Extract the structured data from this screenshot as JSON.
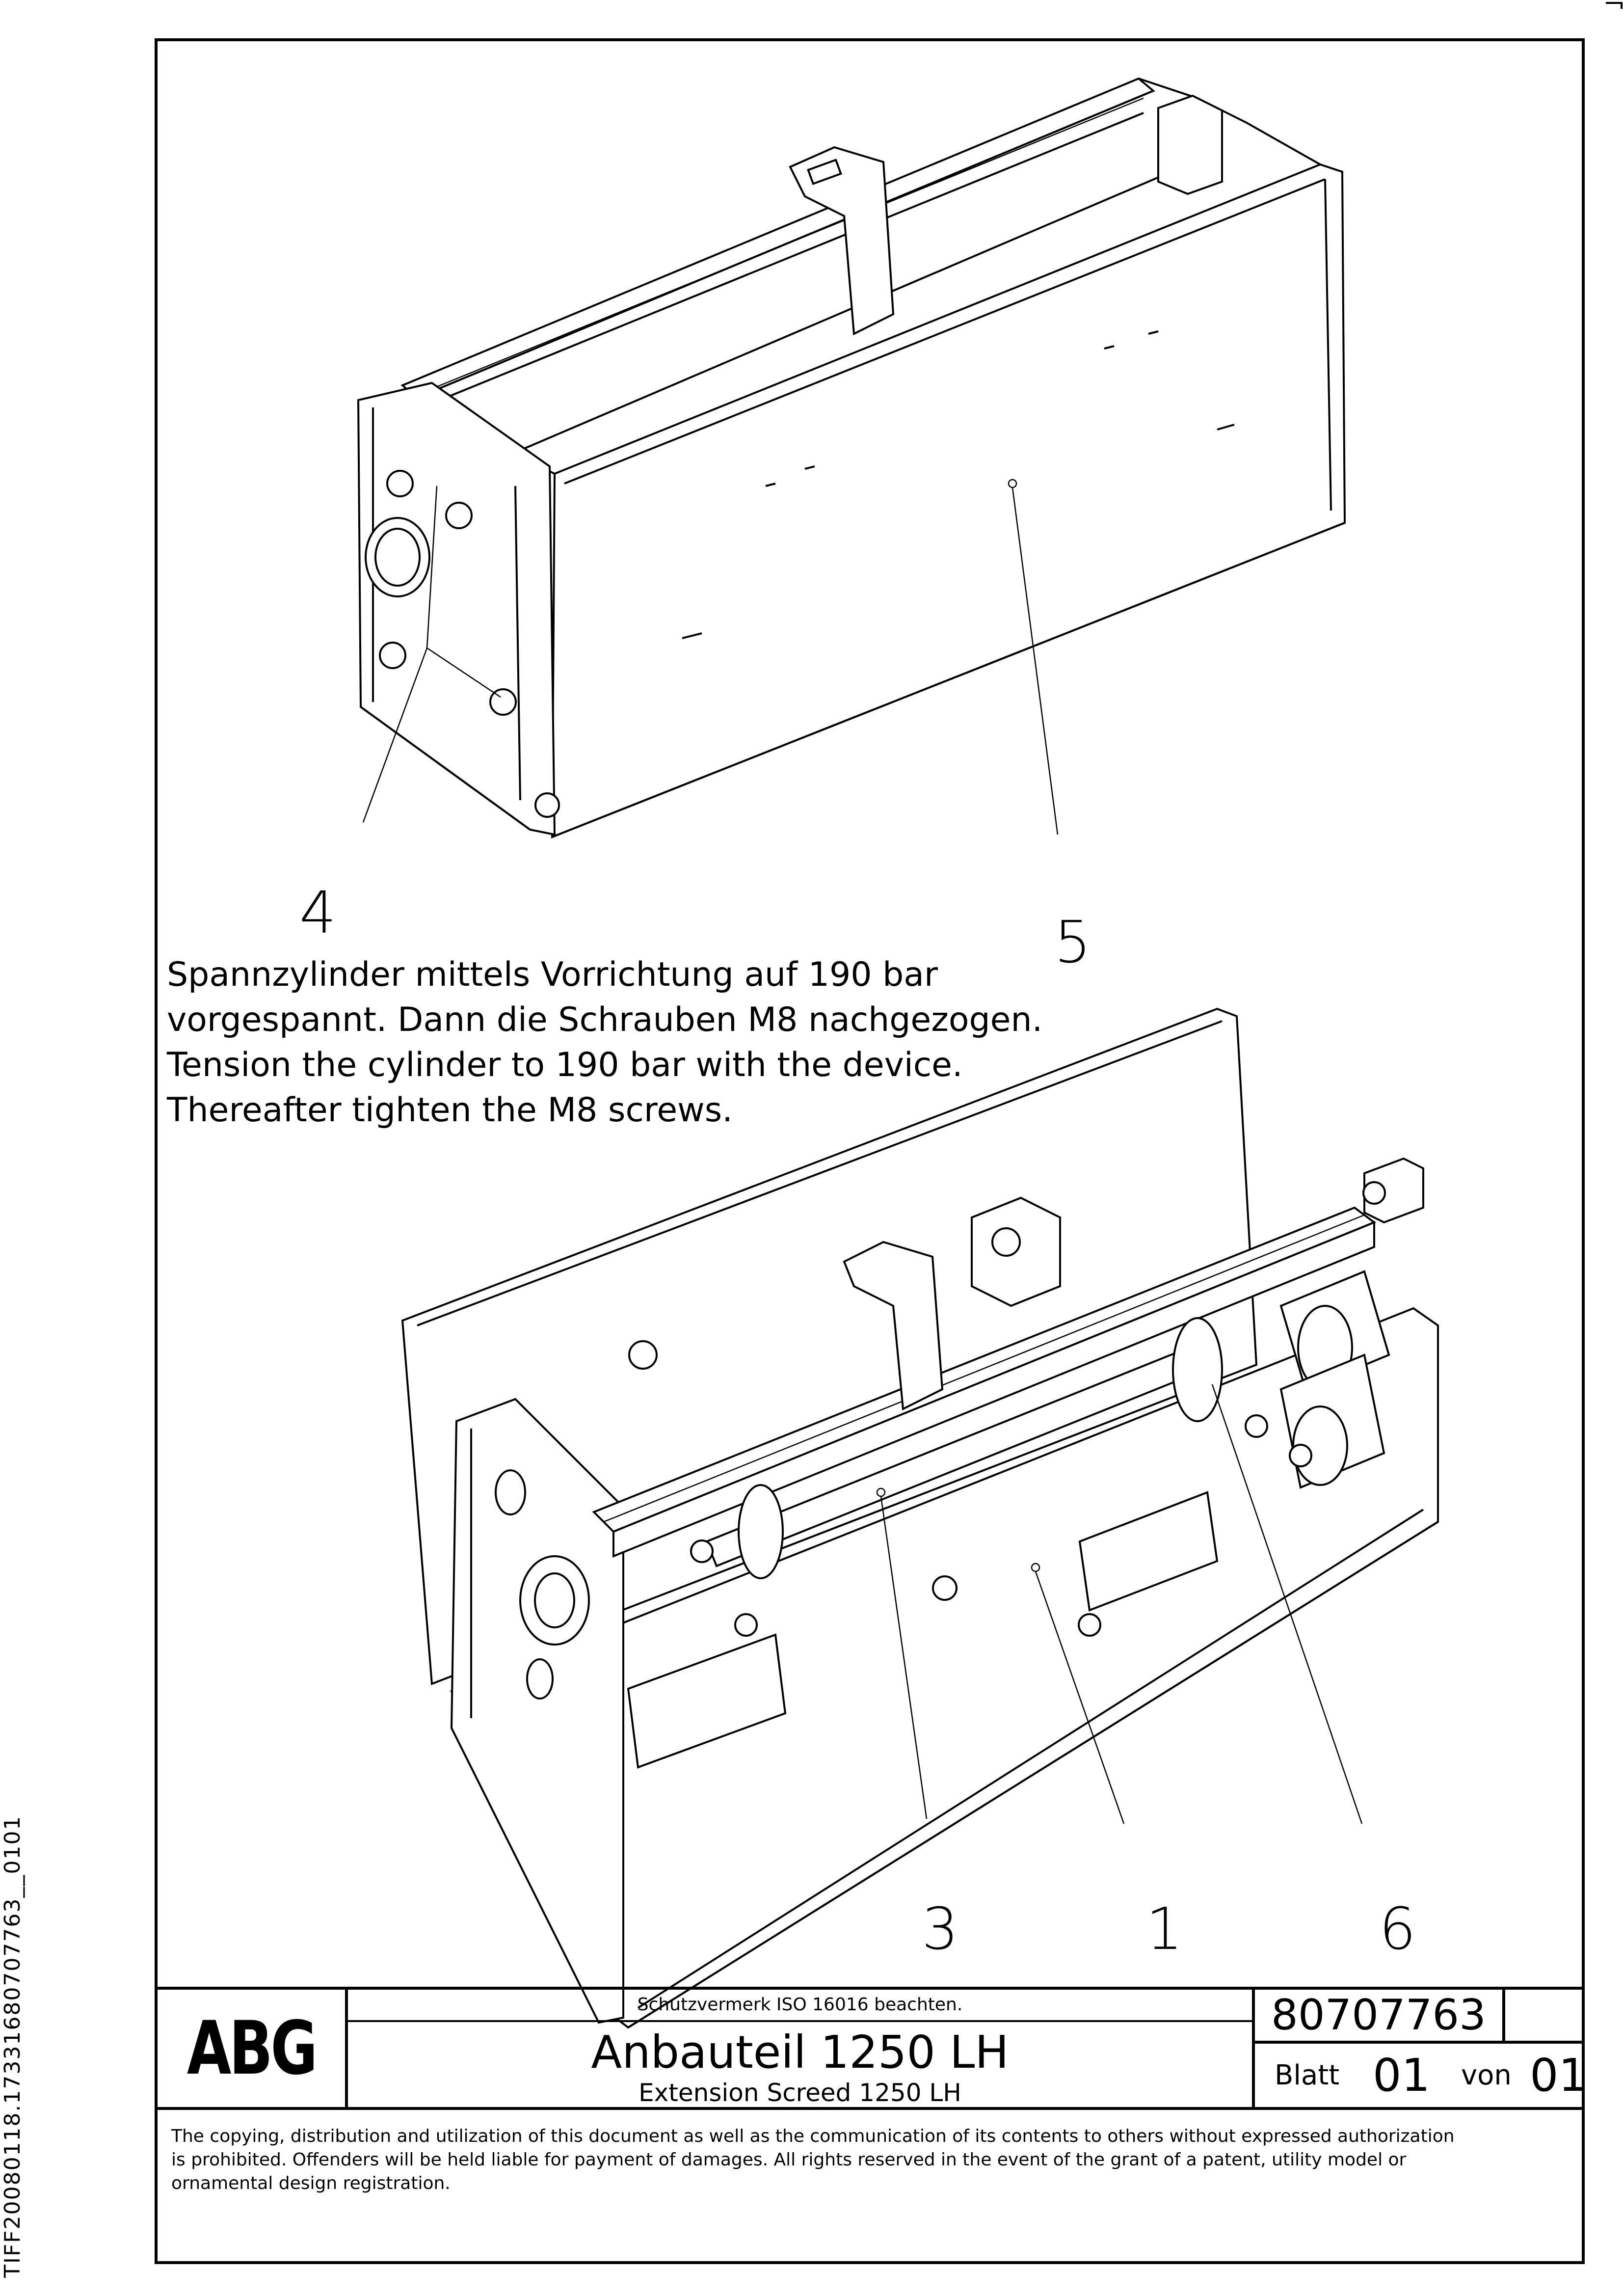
{
  "side_code": "TIFF20080118.17331680707763__0101",
  "callouts": {
    "c4": "4",
    "c5": "5",
    "c3": "3",
    "c1": "1",
    "c6": "6"
  },
  "note_lines": [
    "Spannzylinder mittels Vorrichtung auf 190 bar",
    "vorgespannt. Dann die Schrauben M8 nachgezogen.",
    "Tension the cylinder to 190 bar with the device.",
    "Thereafter tighten the M8 screws."
  ],
  "title_block": {
    "logo": "ABG",
    "protection_note": "Schutzvermerk ISO 16016 beachten.",
    "title": "Anbauteil 1250 LH",
    "subtitle": "Extension Screed 1250 LH",
    "drawing_number": "80707763",
    "sheet_label": "Blatt",
    "sheet_value": "01",
    "of_label": "von",
    "of_value": "01"
  },
  "copyright_lines": [
    "The copying, distribution and utilization of this document as well as the communication of its contents to others without expressed authorization",
    "is prohibited. Offenders will be held liable for payment of damages. All rights reserved in the event of the grant of a patent, utility model or",
    "ornamental design registration."
  ]
}
